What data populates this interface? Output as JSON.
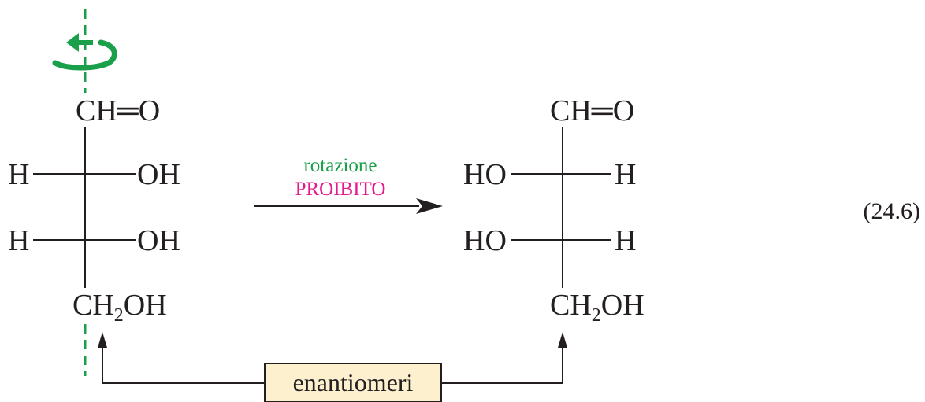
{
  "left_projection": {
    "top_group": "CH═O",
    "row1": {
      "left": "H",
      "right": "OH"
    },
    "row2": {
      "left": "H",
      "right": "OH"
    },
    "bottom_main": "CH",
    "bottom_sub": "2",
    "bottom_tail": "OH"
  },
  "right_projection": {
    "top_group": "CH═O",
    "row1": {
      "left": "HO",
      "right": "H"
    },
    "row2": {
      "left": "HO",
      "right": "H"
    },
    "bottom_main": "CH",
    "bottom_sub": "2",
    "bottom_tail": "OH"
  },
  "arrow": {
    "top_label": "rotazione",
    "bottom_label": "PROIBITO",
    "top_color": "#1aa04a",
    "bottom_color": "#e6198c"
  },
  "relation_box": {
    "label": "enantiomeri",
    "fill": "#fdf0cf"
  },
  "equation_number": "(24.6)",
  "icons": {
    "rotation": "rotation-arrow-icon"
  }
}
